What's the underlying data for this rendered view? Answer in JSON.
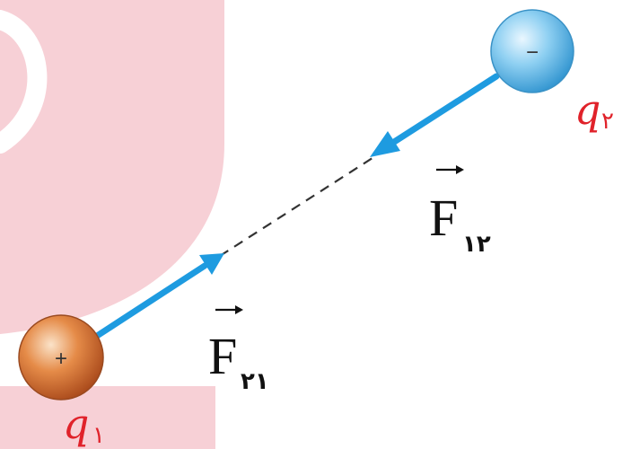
{
  "charges": {
    "negative": {
      "sign": "−",
      "name": "q",
      "sub": "۲"
    },
    "positive": {
      "sign": "+",
      "name": "q",
      "sub": "۱"
    }
  },
  "forces": {
    "f12": {
      "symbol": "F",
      "sub": "۱۲"
    },
    "f21": {
      "symbol": "F",
      "sub": "۲۱"
    }
  },
  "colors": {
    "arrow": "#1e9be0",
    "label": "#e0222a",
    "negative_charge": "#5bb8ea",
    "positive_charge": "#d2702f",
    "watermark": "#f4c6cc"
  },
  "icons": {
    "negative_charge": "negative-charge-sphere",
    "positive_charge": "positive-charge-sphere",
    "watermark": "brand-watermark"
  }
}
